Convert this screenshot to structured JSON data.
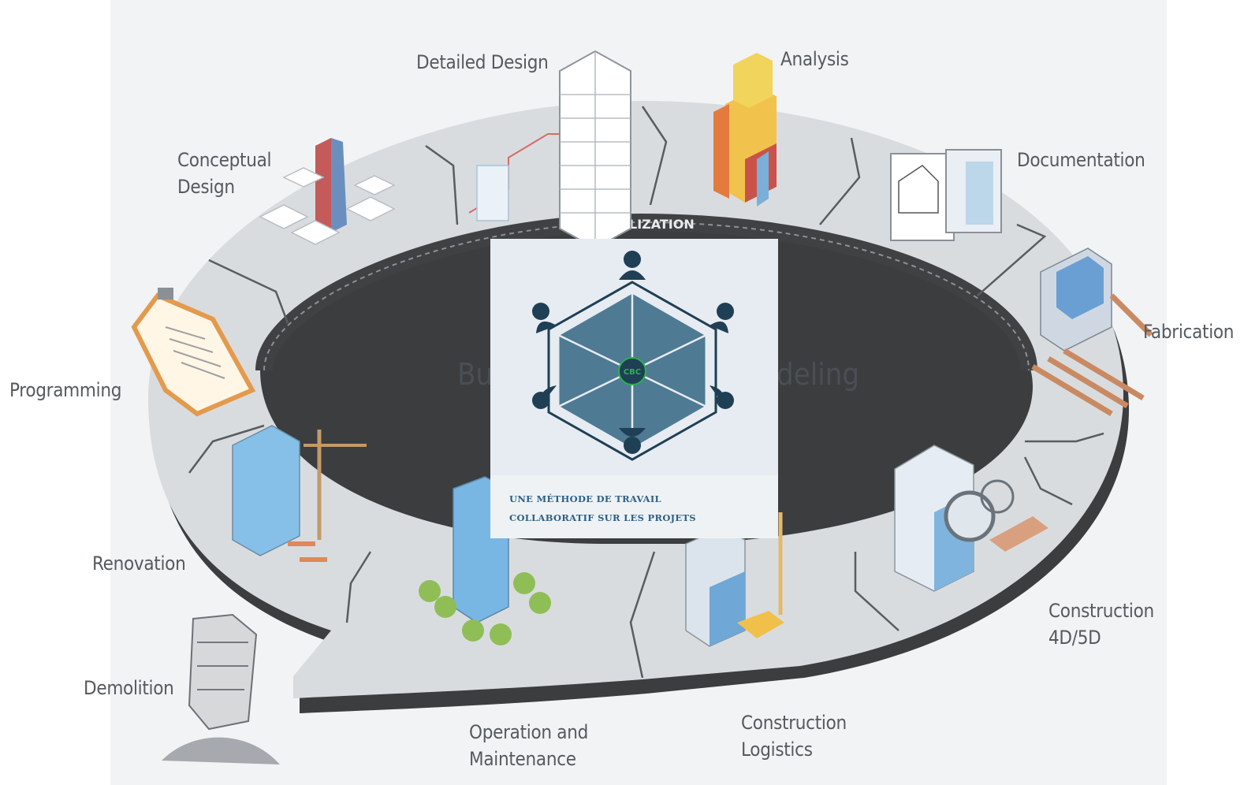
{
  "diagram": {
    "ring_band_label": "VISUALIZATION",
    "center_title_left": "Bu",
    "center_title_right": "deling",
    "stages": [
      {
        "lines": [
          "Detailed Design"
        ]
      },
      {
        "lines": [
          "Analysis"
        ]
      },
      {
        "lines": [
          "Conceptual",
          "Design"
        ]
      },
      {
        "lines": [
          "Documentation"
        ]
      },
      {
        "lines": [
          "Programming"
        ]
      },
      {
        "lines": [
          "Fabrication"
        ]
      },
      {
        "lines": [
          "Renovation"
        ]
      },
      {
        "lines": [
          "Construction",
          "4D/5D"
        ]
      },
      {
        "lines": [
          "Demolition"
        ]
      },
      {
        "lines": [
          "Operation and",
          "Maintenance"
        ]
      },
      {
        "lines": [
          "Construction",
          "Logistics"
        ]
      }
    ]
  },
  "overlay_card": {
    "logo_text": "CBC",
    "tagline_lines": [
      "UNE MÉTHODE DE TRAVAIL",
      "COLLABORATIF SUR LES PROJETS"
    ]
  },
  "colors": {
    "background": "#f2f3f4",
    "ring_surface": "#d9dcdf",
    "ring_edge": "#3b3d3f",
    "label_text": "#555a5e",
    "logo_hexagon": "#4f7a93",
    "logo_dark": "#1f3f55",
    "logo_badge": "#2bb24c",
    "tagline_text": "#2f5f86"
  },
  "icons": {
    "card_logo": "hexagon-collaboration-icon",
    "stage_illustrations": "isometric-building-icon"
  }
}
